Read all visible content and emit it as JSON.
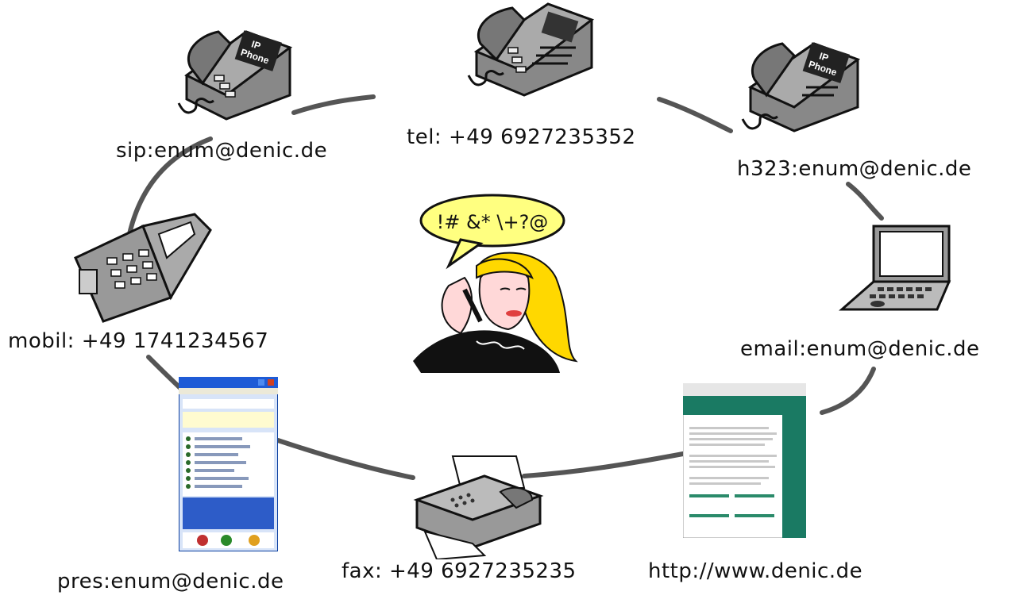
{
  "speech_bubble": {
    "text": "!# &* \\+?@"
  },
  "labels": {
    "sip": "sip:enum@denic.de",
    "tel": "tel: +49 6927235352",
    "h323": "h323:enum@denic.de",
    "mobil": "mobil: +49 1741234567",
    "email": "email:enum@denic.de",
    "pres": "pres:enum@denic.de",
    "fax": "fax: +49 6927235235",
    "http": "http://www.denic.de"
  },
  "ip_phone_text": {
    "line1": "IP",
    "line2": "Phone"
  }
}
